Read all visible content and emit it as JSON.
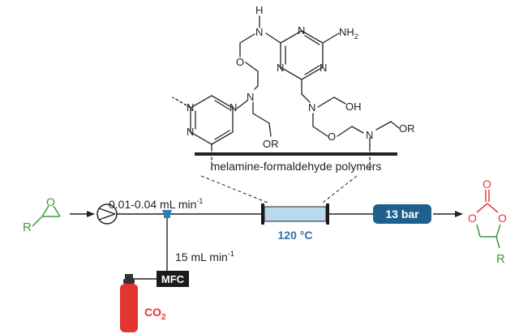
{
  "colors": {
    "ink": "#222222",
    "green": "#3c9a3c",
    "red": "#e53935",
    "reactor_fill": "#b9d9ec",
    "reactor_label": "#2f6fa8",
    "valve": "#2f7fb5",
    "badge": "#1f5f8b",
    "cylinder": "#e3342f"
  },
  "polymer": {
    "caption": "melamine-formaldehyde polymers",
    "atoms": {
      "nh_top": "H",
      "n_top_link": "N",
      "nh2": "NH",
      "nh2_sub": "2",
      "o_link_left": "O",
      "tri_top_n1": "N",
      "tri_top_n2": "N",
      "tri_top_n3": "N",
      "n_left_amine": "N",
      "tri_left_n1": "N",
      "tri_left_n2": "N",
      "tri_left_n3": "N",
      "or_left": "OR",
      "n_mid_amine": "N",
      "oh": "OH",
      "o_link_right": "O",
      "n_right_amine": "N",
      "or_right": "OR"
    }
  },
  "flow": {
    "substrate_r": "R",
    "substrate_o": "O",
    "pump_rate": "0.01-0.04 mL min",
    "pump_rate_sup": "-1",
    "gas_rate": "15 mL min",
    "gas_rate_sup": "-1",
    "reactor_temp": "120 °C",
    "pressure": "13 bar",
    "mfc": "MFC",
    "co2": "CO",
    "co2_sub": "2",
    "product_o_top": "O",
    "product_o_left": "O",
    "product_o_right": "O",
    "product_r": "R"
  }
}
